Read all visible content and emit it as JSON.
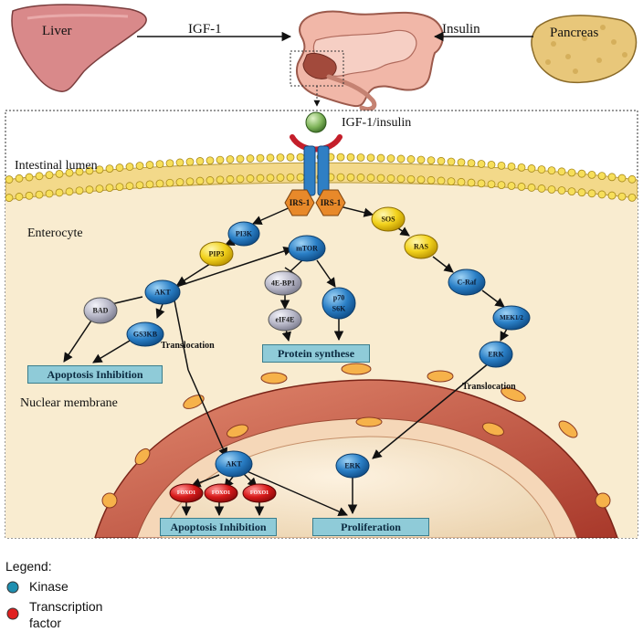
{
  "top": {
    "liver_label": "Liver",
    "igf_label": "IGF-1",
    "insulin_label": "Insulin",
    "pancreas_label": "Pancreas"
  },
  "cell": {
    "ligand_label": "IGF-1/insulin",
    "lumen_label": "Intestinal lumen",
    "enterocyte_label": "Enterocyte",
    "nuclear_membrane_label": "Nuclear membrane"
  },
  "nodes": {
    "irs1_left": "IRS-1",
    "irs1_right": "IRS-1",
    "pi3k": "PI3K",
    "pip3": "PIP3",
    "akt": "AKT",
    "bad": "BAD",
    "gsk3b": "GS3KB",
    "mtor": "mTOR",
    "ebp1": "4E-BP1",
    "eif4e": "eIF4E",
    "p70s6k_a": "p70",
    "p70s6k_b": "S6K",
    "sos": "SOS",
    "ras": "RAS",
    "craf": "C-Raf",
    "mek": "MEK1/2",
    "erk": "ERK",
    "akt_nuc": "AKT",
    "foxo1": "FOXO1",
    "foxo2": "FOXO1",
    "foxo3": "FOXO1",
    "erk_nuc": "ERK"
  },
  "labels": {
    "translocation_left": "Translocation",
    "translocation_right": "Translocation"
  },
  "boxes": {
    "apoptosis_top": "Apoptosis Inhibition",
    "protein_synthese": "Protein synthese",
    "apoptosis_bottom": "Apoptosis Inhibition",
    "proliferation": "Proliferation"
  },
  "legend": {
    "title": "Legend:",
    "kinase": "Kinase",
    "tf_line1": "Transcription",
    "tf_line2": "factor",
    "kinase_color": "#1f8fb0",
    "tf_color": "#e02020"
  },
  "colors": {
    "kinase": "#2a7fc6",
    "yellow_node": "#f2d21c",
    "grey_node": "#b8b8c8",
    "red_node": "#d81b1b",
    "orange_irs": "#e8892a",
    "cytoplasm": "#f9ecd0",
    "membrane": "#f3d98a",
    "nuclear_envelope": "#c2523e"
  }
}
